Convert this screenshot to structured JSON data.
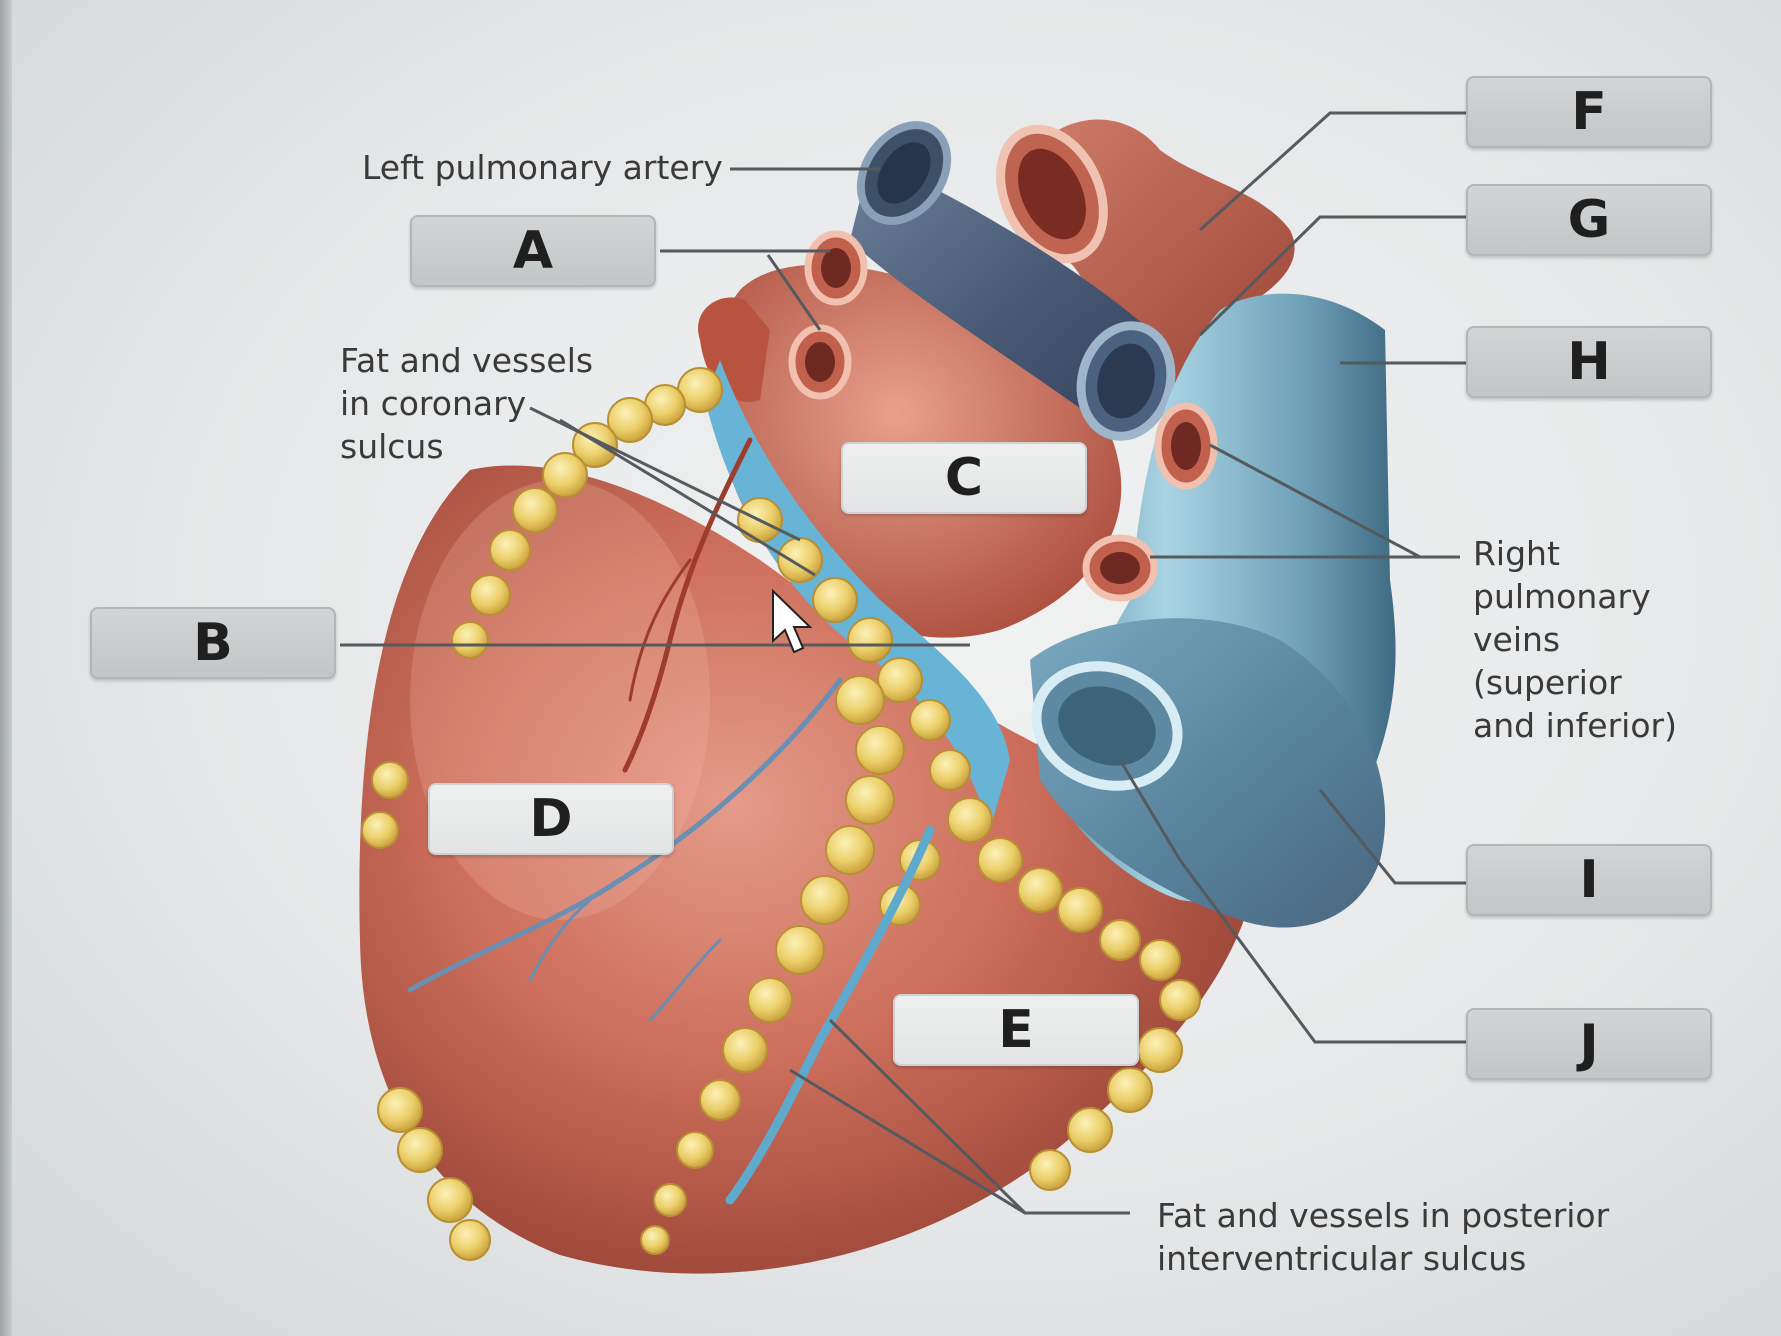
{
  "diagram": {
    "annotations": {
      "left_pulmonary_artery": "Left pulmonary artery",
      "fat_coronary_sulcus": "Fat and vessels\nin coronary\nsulcus",
      "right_pulmonary_veins": "Right\npulmonary\nveins\n(superior\nand inferior)",
      "fat_posterior_sulcus": "Fat and vessels in posterior\ninterventricular sulcus"
    },
    "answer_boxes": [
      "A",
      "B",
      "C",
      "D",
      "E",
      "F",
      "G",
      "H",
      "I",
      "J"
    ]
  }
}
